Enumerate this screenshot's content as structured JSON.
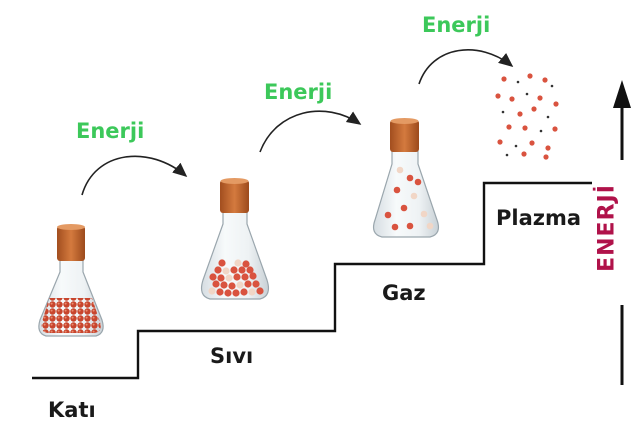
{
  "states": {
    "solid": "Katı",
    "liquid": "Sıvı",
    "gas": "Gaz",
    "plasma": "Plazma"
  },
  "energy_arrows": {
    "label_1": "Enerji",
    "label_2": "Enerji",
    "label_3": "Enerji"
  },
  "axis": {
    "label": "ENERJİ",
    "label_color": "#b0124a",
    "arrow_color": "#111111"
  },
  "colors": {
    "energy_text": "#3cc85a",
    "particle": "#d9533f",
    "cork": "#c0622c",
    "staircase": "#111111"
  },
  "icons": {
    "flask": "erlenmeyer-flask-icon",
    "particle": "particle-dot"
  }
}
